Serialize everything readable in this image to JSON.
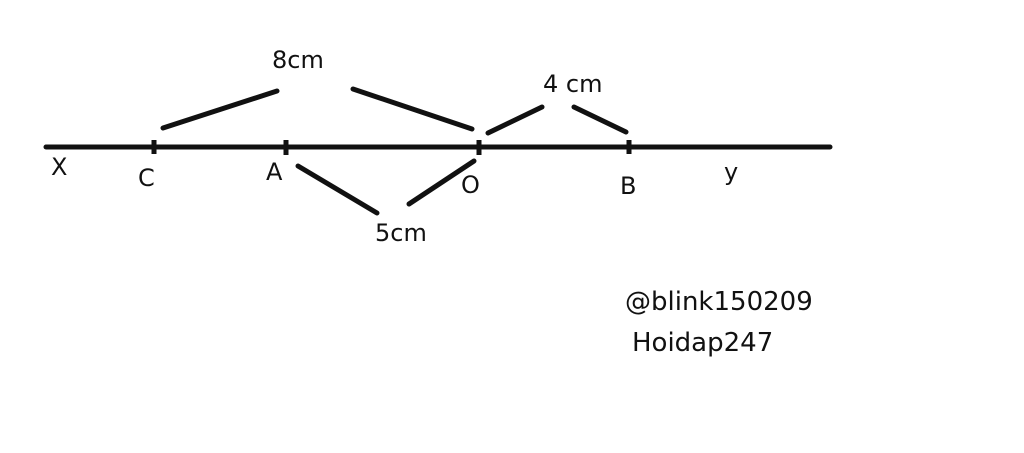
{
  "points": {
    "x": "X",
    "c": "C",
    "a": "A",
    "o": "O",
    "b": "B",
    "y": "y"
  },
  "measurements": {
    "co": "8cm",
    "ob": "4 cm",
    "ao": "5cm"
  },
  "credits": {
    "handle": "@blink150209",
    "site": "Hoidap247"
  },
  "colors": {
    "ink": "#111111",
    "background": "#ffffff"
  }
}
